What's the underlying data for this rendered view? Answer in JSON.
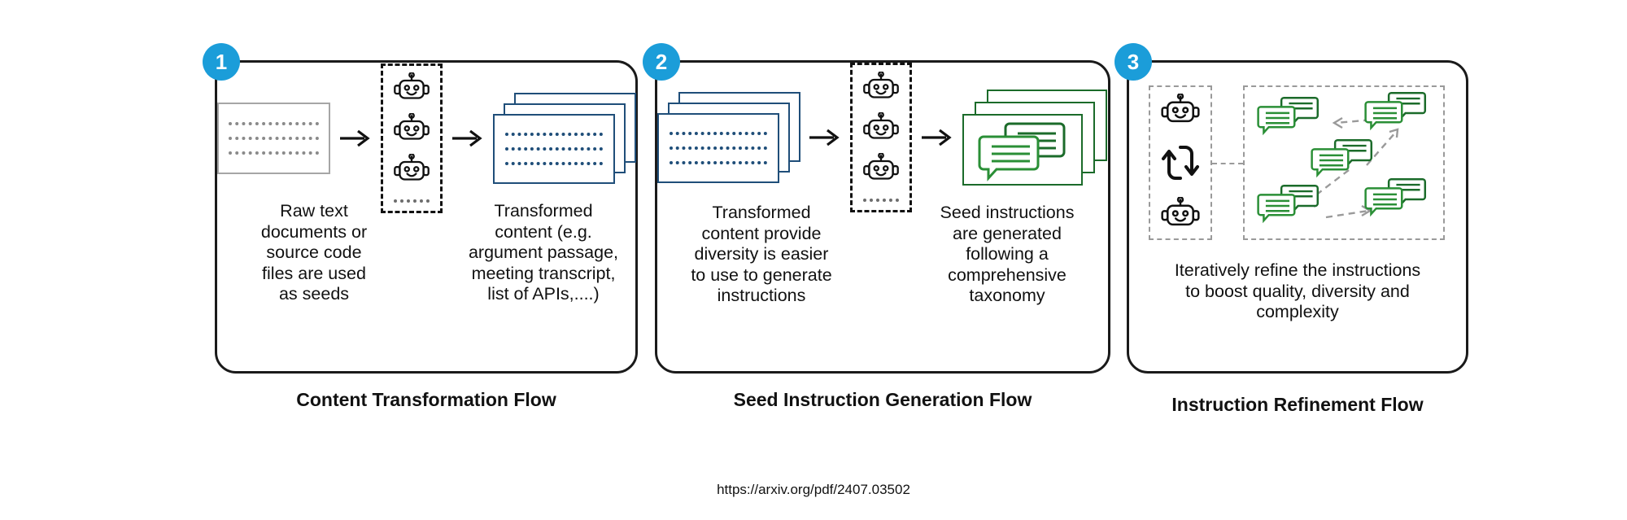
{
  "figure": {
    "source_url": "https://arxiv.org/pdf/2407.03502"
  },
  "panels": [
    {
      "step": "1",
      "title": "Content Transformation Flow",
      "left_caption": "Raw text documents or source code files are used as seeds",
      "left_caption_lines": [
        "Raw text",
        "documents or",
        "source code",
        "files are used",
        "as seeds"
      ],
      "right_caption_lines": [
        "Transformed",
        "content (e.g.",
        "argument passage,",
        "meeting transcript,",
        "list of APIs,....)"
      ],
      "icons": {
        "source": "gray-document-icon",
        "processor": "robot-group-icon",
        "output": "blue-document-stack-icon",
        "arrow": "right-arrow-icon"
      },
      "robot_count": "3"
    },
    {
      "step": "2",
      "title": "Seed Instruction Generation Flow",
      "left_caption_lines": [
        "Transformed",
        "content provide",
        "diversity is easier",
        "to use to generate",
        "instructions"
      ],
      "right_caption_lines": [
        "Seed instructions",
        "are generated",
        "following  a",
        "comprehensive",
        "taxonomy"
      ],
      "icons": {
        "source": "blue-document-stack-icon",
        "processor": "robot-group-icon",
        "output": "green-chat-document-stack-icon",
        "arrow": "right-arrow-icon"
      },
      "robot_count": "3"
    },
    {
      "step": "3",
      "title": "Instruction Refinement Flow",
      "caption_lines": [
        "Iteratively refine the instructions",
        "to boost quality, diversity and",
        "complexity"
      ],
      "icons": {
        "agent_group": "robot-loop-icon",
        "loop": "refresh-loop-icon",
        "graph": "chat-bubble-graph-icon"
      },
      "chat_nodes": "5"
    }
  ],
  "colors": {
    "accent_badge": "#1B9DD9",
    "blue_doc": "#1F4E79",
    "green_doc": "#1B6B2A",
    "outline": "#1A1A1A",
    "gray_dash": "#9A9A9A"
  }
}
